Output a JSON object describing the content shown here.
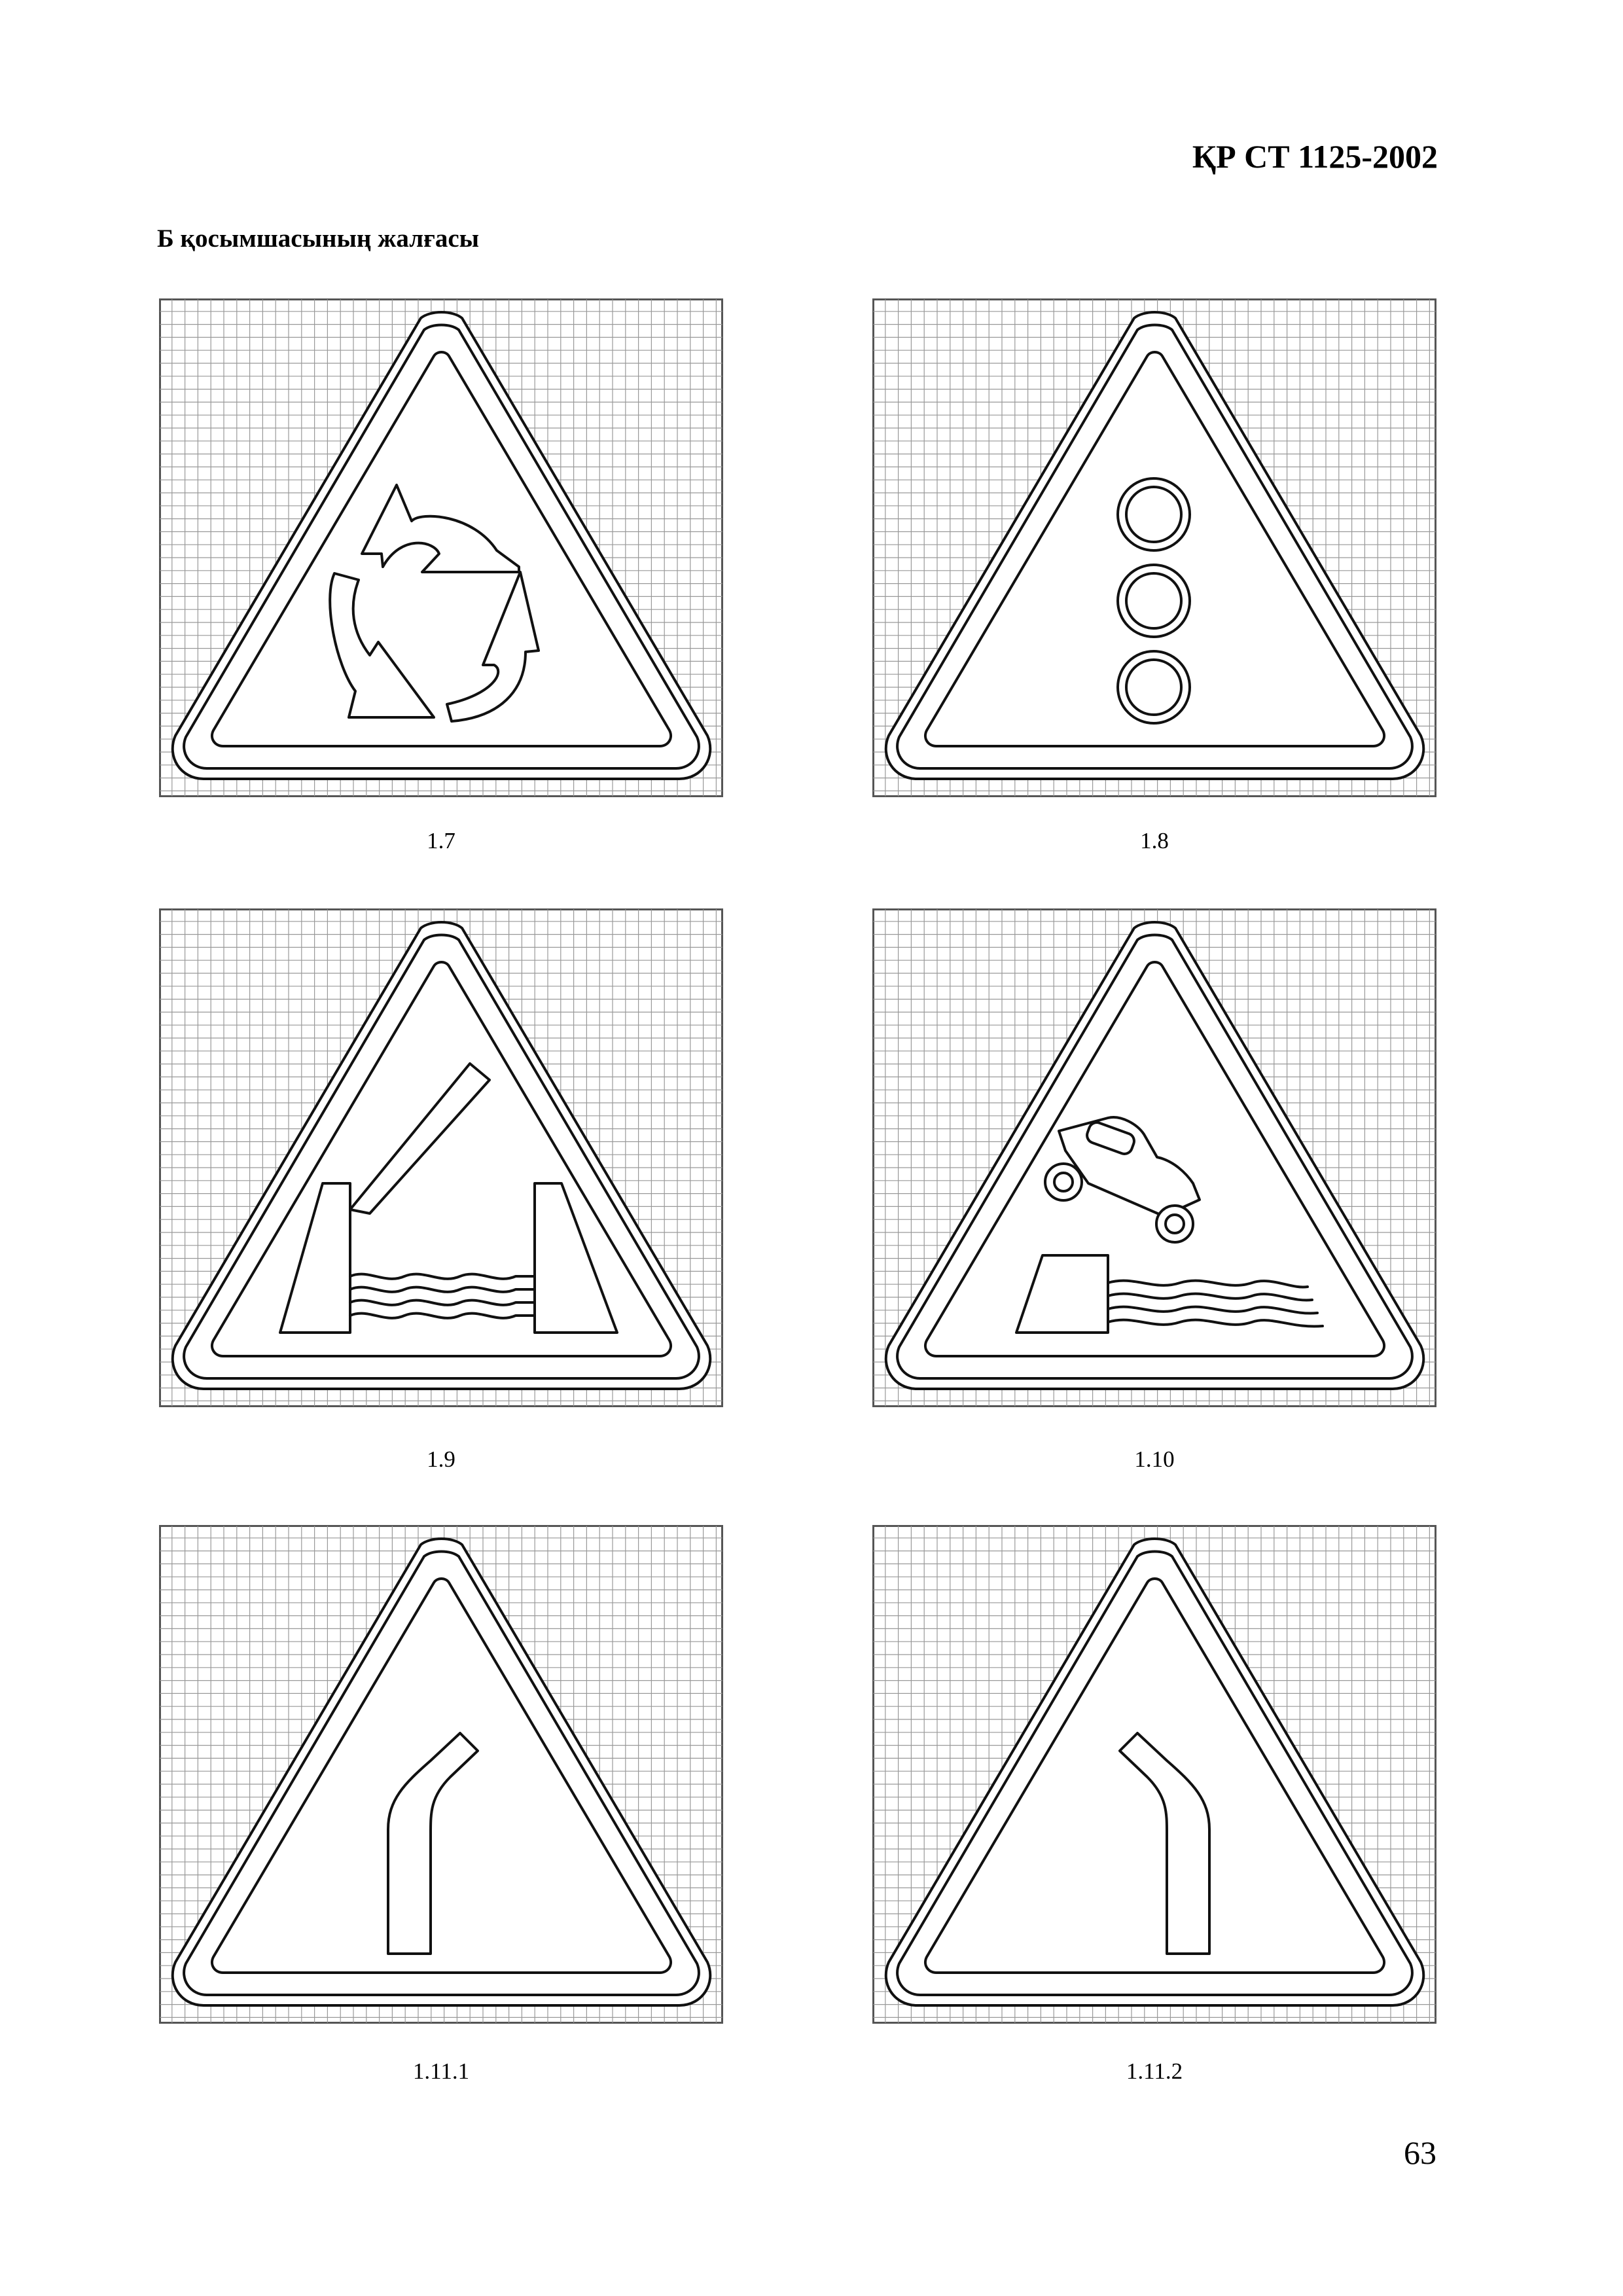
{
  "header": {
    "doc_code": "ҚР СТ 1125-2002"
  },
  "subtitle": "Б қосымшасының жалғасы",
  "signs": [
    {
      "id": "1.7",
      "caption": "1.7",
      "symbol": "roundabout-arrows-icon"
    },
    {
      "id": "1.8",
      "caption": "1.8",
      "symbol": "traffic-light-icon"
    },
    {
      "id": "1.9",
      "caption": "1.9",
      "symbol": "drawbridge-icon"
    },
    {
      "id": "1.10",
      "caption": "1.10",
      "symbol": "car-falling-into-water-icon"
    },
    {
      "id": "1.11.1",
      "caption": "1.11.1",
      "symbol": "curve-right-icon"
    },
    {
      "id": "1.11.2",
      "caption": "1.11.2",
      "symbol": "curve-left-icon"
    }
  ],
  "footer": {
    "page_number": "63"
  }
}
